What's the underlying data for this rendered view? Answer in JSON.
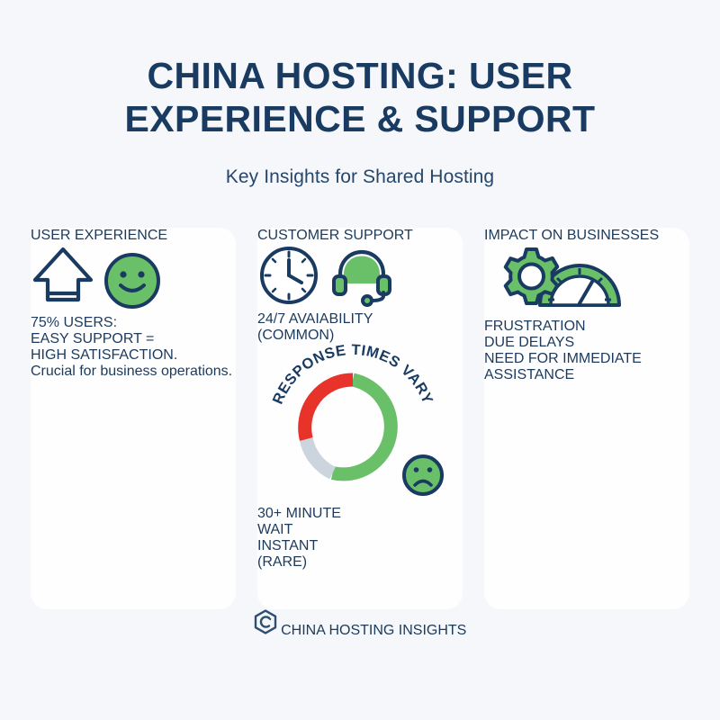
{
  "header": {
    "title_line1": "CHINA HOSTING: USER",
    "title_line2": "EXPERIENCE & SUPPORT",
    "subtitle": "Key Insights for Shared Hosting"
  },
  "cards": [
    {
      "title": "USER EXPERIENCE",
      "icons": [
        "up-arrow-icon",
        "smiley-face-icon"
      ],
      "stat_line1": "75% USERS:",
      "stat_line2": "EASY SUPPORT =",
      "stat_line3": "HIGH SATISFACTION.",
      "pill_line1": "Crucial for business",
      "pill_line2": "operations."
    },
    {
      "title": "CUSTOMER SUPPORT",
      "icons": [
        "clock-icon",
        "headset-icon"
      ],
      "stat_line1": "24/7 AVAIABILITY",
      "stat_line2": "(COMMON)",
      "donut_arc_label": "RESPONSE TIMES VARY",
      "donut_center_line1": "30+ MINUTE",
      "donut_center_line2": "WAIT",
      "instant_line1": "INSTANT",
      "instant_line2": "(RARE)",
      "sad_face_icon": "sad-face-icon"
    },
    {
      "title": "IMPACT ON BUSINESSES",
      "icons": [
        "gear-icon",
        "gauge-icon"
      ],
      "stat_line1": "FRUSTRATION",
      "stat_line2": "DUE DELAYS",
      "stat_line3": "NEED FOR IMMEDIATE",
      "stat_line4": "ASSISTANCE"
    }
  ],
  "footer": {
    "brand": "CHINA HOSTING INSIGHTS",
    "logo_icon": "hexagon-c-logo-icon"
  },
  "colors": {
    "navy": "#1a3b61",
    "green": "#6abf69",
    "red": "#e8332a",
    "gray": "#ccd4de",
    "page_bg": "#f6f7fa",
    "card_bg": "#fefeff",
    "pill_bg": "#e7ebf2"
  },
  "chart_data": {
    "type": "pie",
    "title": "RESPONSE TIMES VARY",
    "center_label": "30+ MINUTE WAIT",
    "legend_position": "around",
    "categories": [
      "Long wait (green)",
      "Instant (rare, gray)",
      "30+ minute wait (red)"
    ],
    "values": [
      57,
      14,
      29
    ],
    "colors": [
      "#6abf69",
      "#ccd4de",
      "#e8332a"
    ],
    "annotations": [
      "RESPONSE TIMES VARY",
      "30+ MINUTE WAIT",
      "INSTANT (RARE)"
    ]
  }
}
